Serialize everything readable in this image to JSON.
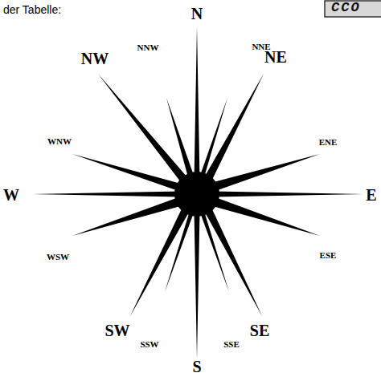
{
  "diagram": {
    "labels": [
      "der Tabelle:",
      "CCO",
      "N",
      "NNW",
      "NNE",
      "NW",
      "NE",
      "WNW",
      "ENE",
      "W",
      "E",
      "WSW",
      "ESE",
      "SW",
      "SE",
      "SSW",
      "SSE",
      "S"
    ]
  }
}
